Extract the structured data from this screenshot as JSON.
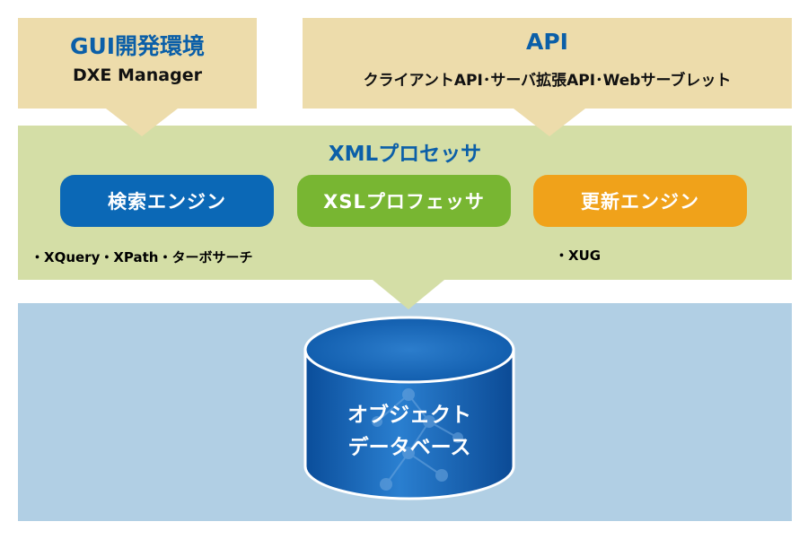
{
  "gui_box": {
    "title": "GUI開発環境",
    "subtitle": "DXE Manager"
  },
  "api_box": {
    "title": "API",
    "subtitle": "クライアントAPI･サーバ拡張API･Webサーブレット"
  },
  "processor": {
    "title": "XMLプロセッサ",
    "engines": [
      {
        "label": "検索エンジン",
        "color": "#0b68b6"
      },
      {
        "label": "XSLプロフェッサ",
        "color": "#78b632"
      },
      {
        "label": "更新エンジン",
        "color": "#f0a21a"
      }
    ],
    "search_notes": "・XQuery・XPath・ターボサーチ",
    "update_notes": "・XUG"
  },
  "database": {
    "line1": "オブジェクト",
    "line2": "データベース"
  },
  "colors": {
    "title_blue": "#0b5fa8",
    "top_box": "#eddcab",
    "processor_band": "#d4dea6",
    "db_band": "#b1cfe4"
  }
}
